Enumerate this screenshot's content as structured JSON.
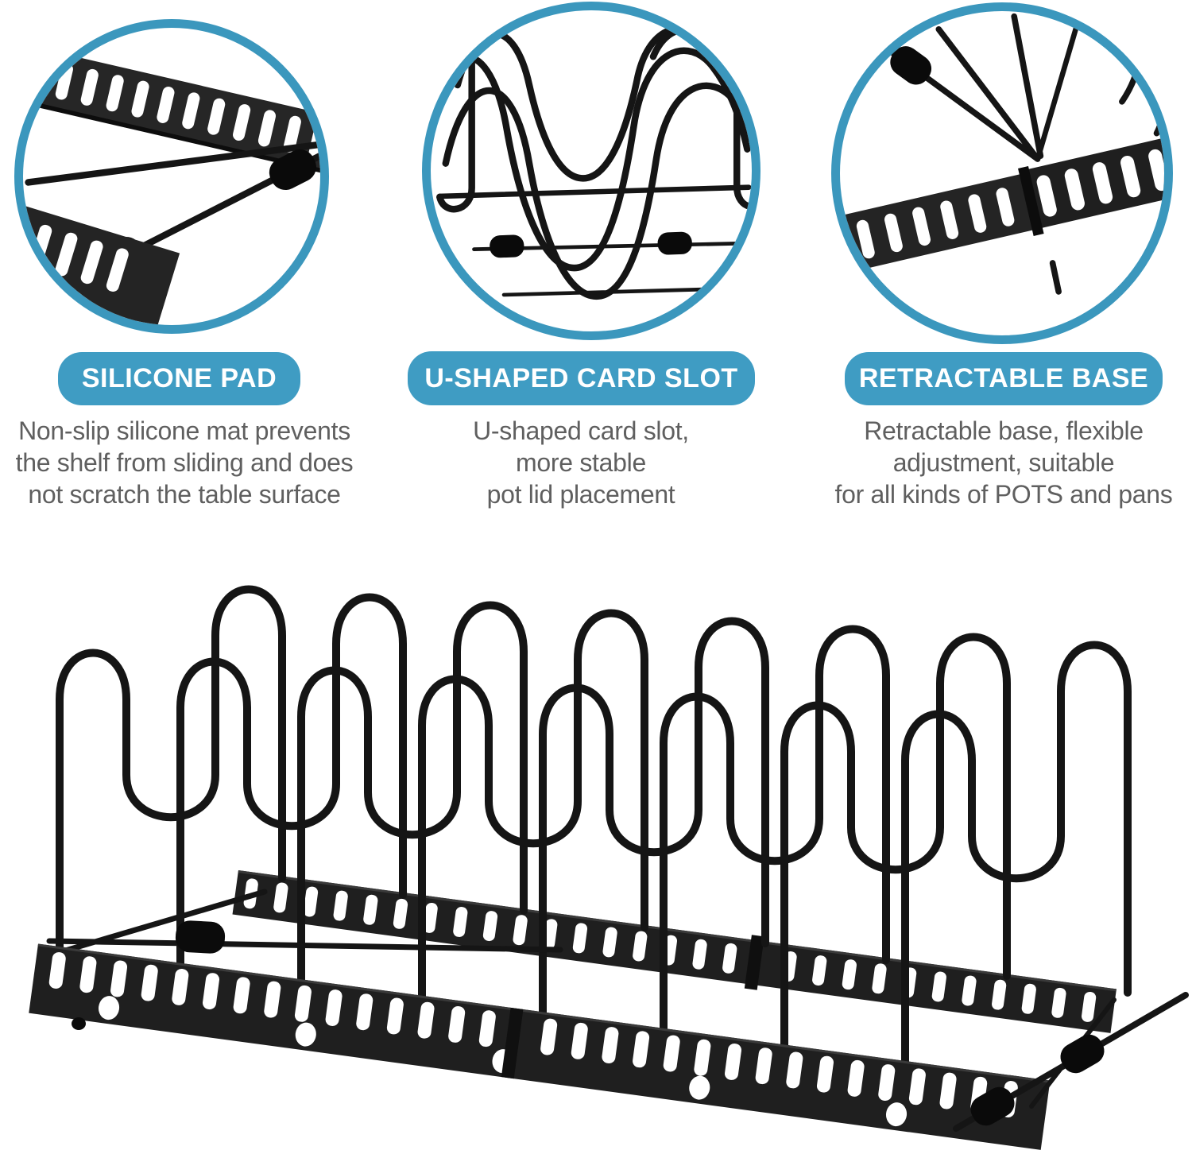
{
  "page": {
    "background": "#ffffff"
  },
  "colors": {
    "accent_teal": "#3b97bd",
    "badge_fill": "#3f9cc3",
    "badge_text": "#ffffff",
    "body_text": "#5f5f5f",
    "product_black": "#1a1a1a"
  },
  "features": [
    {
      "id": "silicone-pad",
      "image": "silicone-pad-closeup-photo",
      "badge": "SILICONE PAD",
      "description_lines": [
        "Non-slip silicone mat prevents",
        "the shelf from sliding and does",
        "not scratch the table surface"
      ]
    },
    {
      "id": "u-shaped-card-slot",
      "image": "u-shaped-card-slot-closeup-photo",
      "badge": "U-SHAPED CARD SLOT",
      "description_lines": [
        "U-shaped card slot,",
        "more stable",
        "pot lid placement"
      ]
    },
    {
      "id": "retractable-base",
      "image": "retractable-base-closeup-photo",
      "badge": "RETRACTABLE BASE",
      "description_lines": [
        "Retractable base, flexible",
        "adjustment, suitable",
        "for all kinds of POTS and pans"
      ]
    }
  ],
  "product_photo": {
    "name": "pot-rack-product-photo",
    "alt": "Black expandable pot and pan organizer rack with W-shaped wire dividers on a slotted retractable base with silicone pads"
  }
}
